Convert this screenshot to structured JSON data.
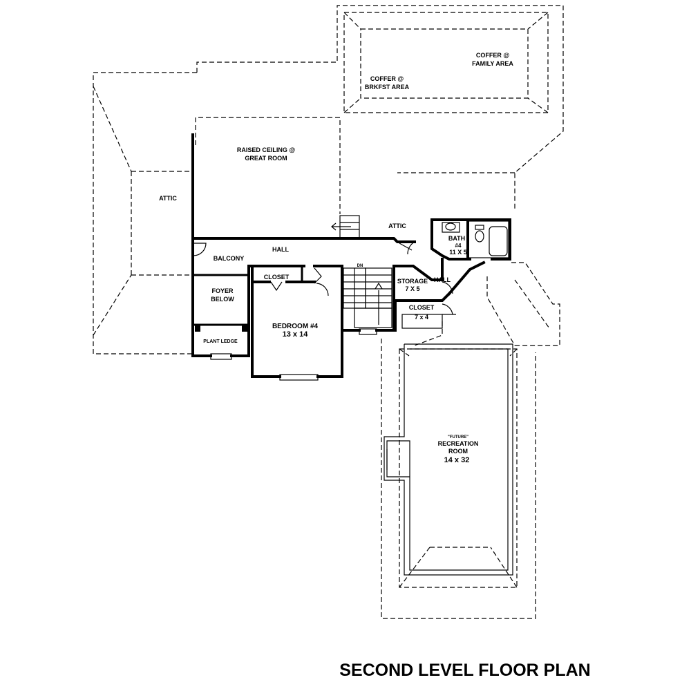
{
  "plan": {
    "title": "SECOND LEVEL FLOOR PLAN",
    "labels": {
      "coffer_family_1": "COFFER @",
      "coffer_family_2": "FAMILY AREA",
      "coffer_brkfst_1": "COFFER @",
      "coffer_brkfst_2": "BRKFST AREA",
      "raised_ceiling_1": "RAISED CEILING @",
      "raised_ceiling_2": "GREAT ROOM",
      "attic_left": "ATTIC",
      "attic_center": "ATTIC",
      "hall_main": "HALL",
      "balcony": "BALCONY",
      "closet_bed": "CLOSET",
      "foyer_1": "FOYER",
      "foyer_2": "BELOW",
      "plant_ledge": "PLANT LEDGE",
      "bedroom_1": "BEDROOM #4",
      "bedroom_2": "13 x 14",
      "bath_1": "BATH",
      "bath_2": "#4",
      "bath_3": "11 X 5",
      "storage_1": "STORAGE",
      "storage_2": "7 X 5",
      "hall_small": "HALL",
      "closet_small_1": "CLOSET",
      "closet_small_2": "7 x 4",
      "dn": "DN",
      "rec_1": "\"FUTURE\"",
      "rec_2": "RECREATION",
      "rec_3": "ROOM",
      "rec_4": "14 x 32"
    }
  }
}
